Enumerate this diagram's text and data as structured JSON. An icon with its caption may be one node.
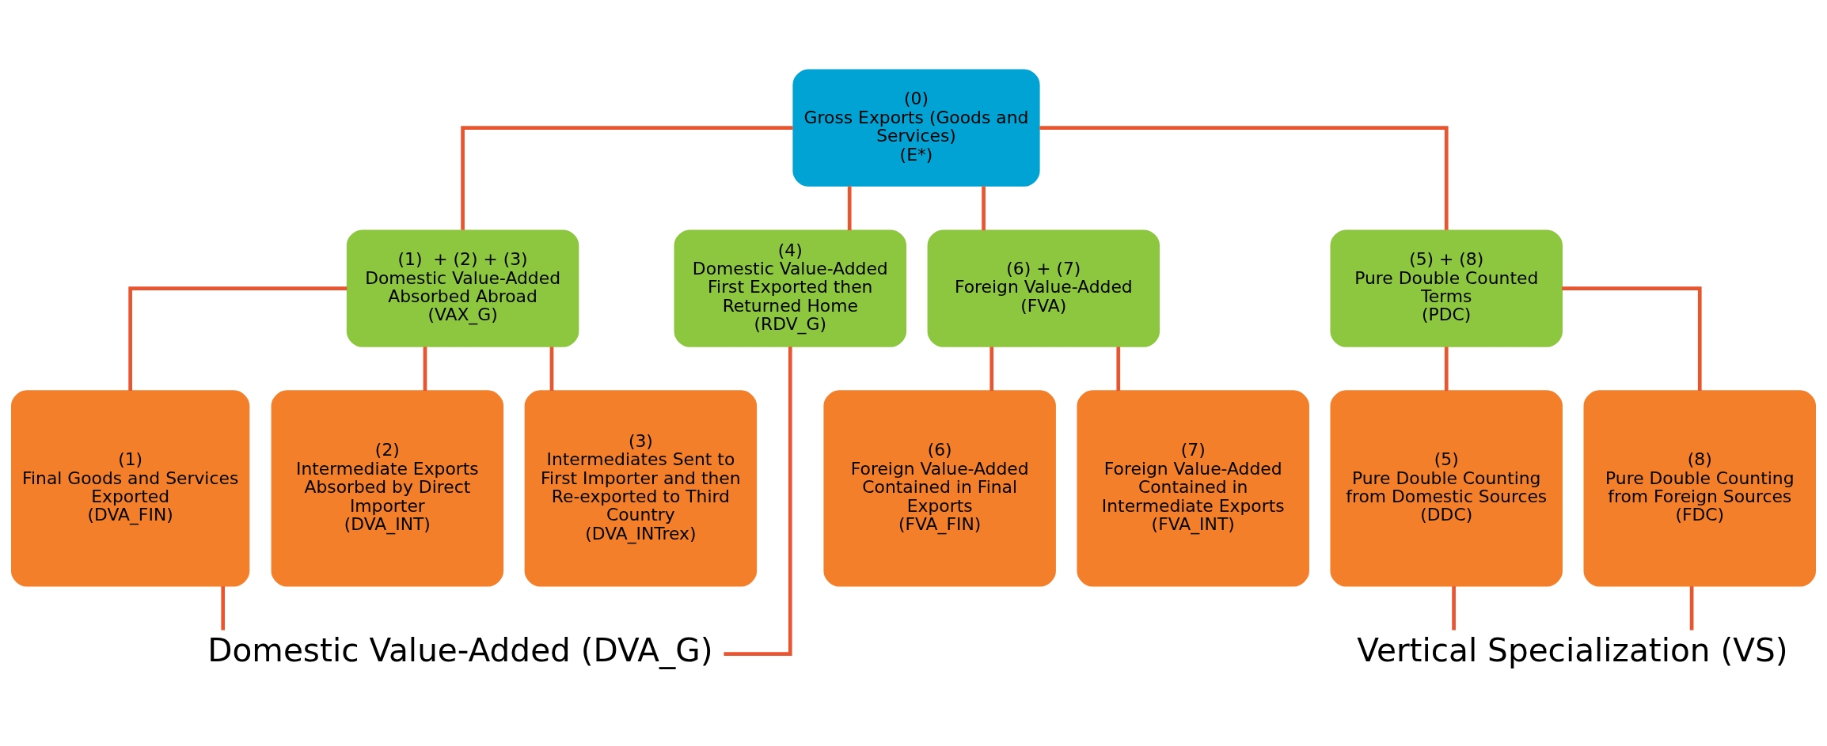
{
  "diagram": {
    "nodes": [
      {
        "text": [
          "(0)",
          "Gross Exports (Goods and Services)",
          "(E*)"
        ]
      },
      {
        "text": [
          "(1)  + (2) + (3)",
          "Domestic Value-Added Absorbed Abroad",
          "(VAX_G)"
        ]
      },
      {
        "text": [
          "(4)",
          "Domestic Value-Added First Exported then Returned Home",
          "(RDV_G)"
        ]
      },
      {
        "text": [
          "(6) + (7)",
          "Foreign Value-Added",
          "(FVA)"
        ]
      },
      {
        "text": [
          "(5) + (8)",
          "Pure Double Counted Terms",
          "(PDC)"
        ]
      },
      {
        "text": [
          "(1)",
          "Final Goods and Services Exported",
          "(DVA_FIN)"
        ]
      },
      {
        "text": [
          "(2)",
          "Intermediate Exports Absorbed by Direct Importer",
          "(DVA_INT)"
        ]
      },
      {
        "text": [
          "(3)",
          "Intermediates Sent to First Importer and then Re-exported to Third Country",
          "(DVA_INTrex)"
        ]
      },
      {
        "text": [
          "(5)",
          "Pure Double Counting from Domestic Sources",
          "(DDC)"
        ]
      },
      {
        "text": [
          "(6)",
          "Foreign Value-Added Contained in Final Exports",
          "(FVA_FIN)"
        ]
      },
      {
        "text": [
          "(7)",
          "Foreign Value-Added Contained in Intermediate Exports",
          "(FVA_INT)"
        ]
      },
      {
        "text": [
          "(8)",
          "Pure Double Counting from Foreign Sources",
          "(FDC)"
        ]
      },
      {
        "text": [
          "Domestic Value-Added (DVA_G)"
        ]
      },
      {
        "text": [
          "Vertical Specialization (VS)"
        ]
      }
    ],
    "edges": [
      {
        "from": 0,
        "to": 1,
        "arrow": "none"
      },
      {
        "from": 0,
        "to": 2,
        "arrow": "none"
      },
      {
        "from": 0,
        "to": 3,
        "arrow": "none"
      },
      {
        "from": 0,
        "to": 4,
        "arrow": "none"
      },
      {
        "from": 1,
        "to": 5,
        "arrow": "none"
      },
      {
        "from": 1,
        "to": 6,
        "arrow": "none"
      },
      {
        "from": 1,
        "to": 7,
        "arrow": "none"
      },
      {
        "from": 3,
        "to": 9,
        "arrow": "none"
      },
      {
        "from": 3,
        "to": 10,
        "arrow": "none"
      },
      {
        "from": 4,
        "to": 8,
        "arrow": "none"
      },
      {
        "from": 4,
        "to": 11,
        "arrow": "none"
      },
      {
        "from": 5,
        "to": 12,
        "arrow": "none"
      },
      {
        "from": 2,
        "to": 12,
        "arrow": "none"
      },
      {
        "from": 8,
        "to": 13,
        "arrow": "none"
      },
      {
        "from": 11,
        "to": 13,
        "arrow": "none"
      }
    ]
  }
}
